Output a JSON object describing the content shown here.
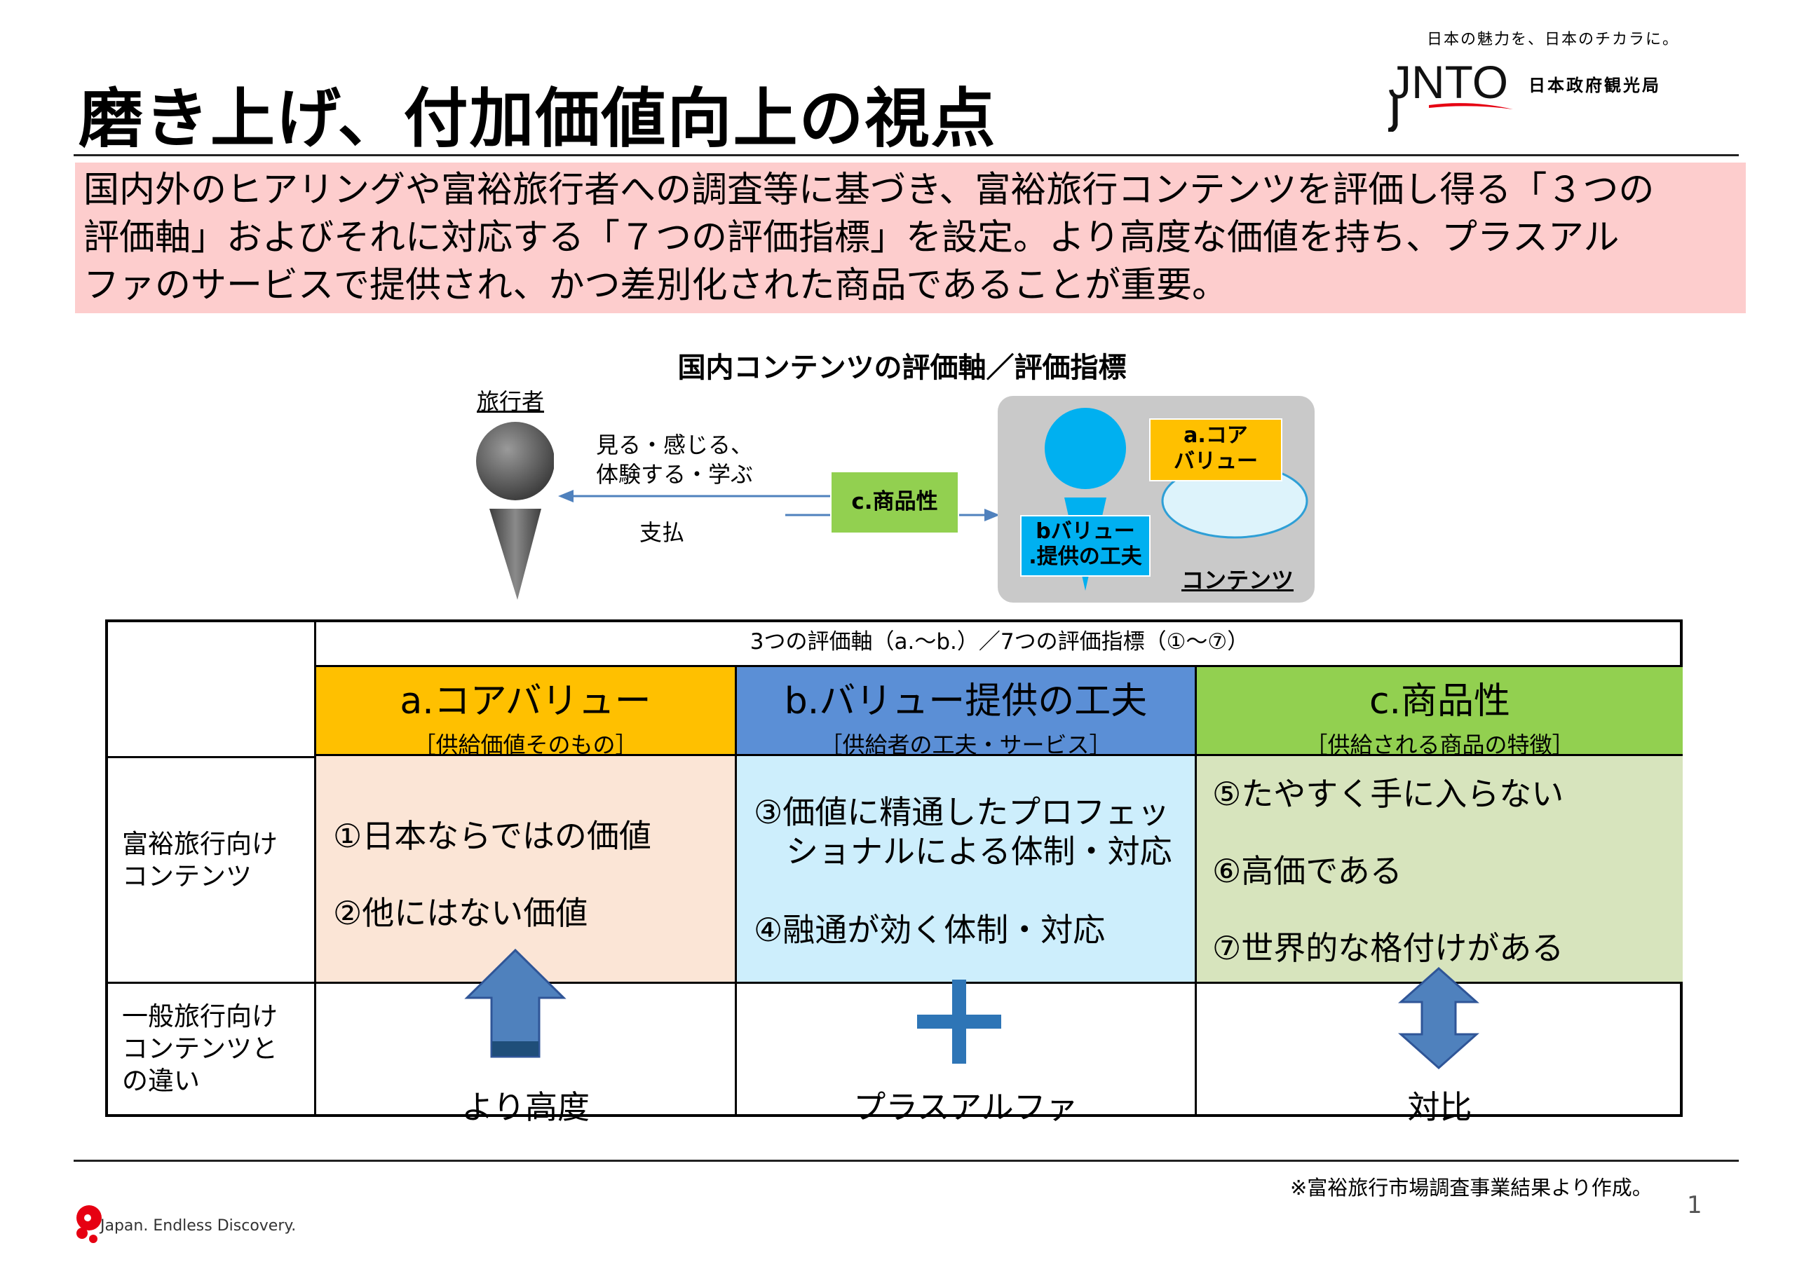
{
  "header": {
    "title": "磨き上げ、付加価値向上の視点",
    "tagline": "日本の魅力を、日本のチカラに。",
    "logo_text": "JNTO",
    "org_name": "日本政府観光局"
  },
  "summary": {
    "lines": [
      "国内外のヒアリングや富裕旅行者への調査等に基づき、富裕旅行コンテンツを評価し得る「３つの",
      "評価軸」およびそれに対応する「７つの評価指標」を設定。より高度な価値を持ち、プラスアル",
      "ファのサービスで提供され、かつ差別化された商品であることが重要。"
    ]
  },
  "diagram": {
    "title": "国内コンテンツの評価軸／評価指標",
    "traveler_label": "旅行者",
    "arrow_top_line1": "見る・感じる、",
    "arrow_top_line2": "体験する・学ぶ",
    "arrow_bottom": "支払",
    "product_tag": "c.商品性",
    "core_tag_line1": "a.コア",
    "core_tag_line2": "バリュー",
    "value_tag_line1": "bバリュー",
    "value_tag_line2": ".提供の工夫",
    "content_label": "コンテンツ",
    "colors": {
      "yellow": "#ffc000",
      "green": "#92d050",
      "blue": "#00b0f0",
      "grey": "#c9c9c9"
    }
  },
  "table": {
    "super_header": "3つの評価軸（a.～b.）／7つの評価指標（①～⑦）",
    "row_labels": {
      "luxury": [
        "富裕旅行向け",
        "コンテンツ"
      ],
      "general": [
        "一般旅行向け",
        "コンテンツと",
        "の違い"
      ]
    },
    "columns": [
      {
        "title": "a.コアバリュー",
        "subtitle": "［供給価値そのもの］",
        "header_color": "#ffc000",
        "body_color": "#fbe5d6",
        "items": [
          "①日本ならではの価値",
          "②他にはない価値"
        ],
        "diff_label": "より高度"
      },
      {
        "title": "b.バリュー提供の工夫",
        "subtitle": "［供給者の工夫・サービス］",
        "header_color": "#5b8fd6",
        "body_color": "#cdeefc",
        "items": [
          "③価値に精通したプロフェッ",
          "ショナルによる体制・対応",
          "④融通が効く体制・対応"
        ],
        "diff_label": "プラスアルファ"
      },
      {
        "title": "c.商品性",
        "subtitle": "［供給される商品の特徴］",
        "header_color": "#92d050",
        "body_color": "#d7e4bd",
        "items": [
          "⑤たやすく手に入らない",
          "⑥高価である",
          "⑦世界的な格付けがある"
        ],
        "diff_label": "対比"
      }
    ]
  },
  "footer": {
    "note": "※富裕旅行市場調査事業結果より作成。",
    "page_number": "1",
    "brand": "Japan. Endless Discovery."
  }
}
